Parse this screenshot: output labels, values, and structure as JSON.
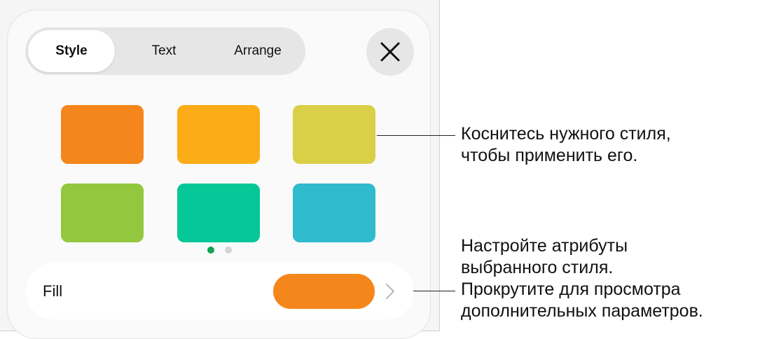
{
  "tabs": [
    {
      "label": "Style",
      "active": true
    },
    {
      "label": "Text",
      "active": false
    },
    {
      "label": "Arrange",
      "active": false
    }
  ],
  "close_icon": "close-icon",
  "style_swatches": [
    {
      "color": "#f5861b"
    },
    {
      "color": "#fbac17"
    },
    {
      "color": "#d9d048"
    },
    {
      "color": "#93c83e"
    },
    {
      "color": "#05c797"
    },
    {
      "color": "#2fbacd"
    }
  ],
  "page_indicator": {
    "current": 1,
    "total": 2,
    "active_color": "#12a150",
    "inactive_color": "#d4d4d4"
  },
  "fill_row": {
    "label": "Fill",
    "preview_color": "#f5861b",
    "chevron_icon": "chevron-right-icon"
  },
  "callouts": {
    "styles": [
      "Коснитесь нужного стиля,",
      "чтобы применить его."
    ],
    "fill": [
      "Настройте атрибуты",
      "выбранного стиля.",
      "Прокрутите для просмотра",
      "дополнительных параметров."
    ]
  }
}
